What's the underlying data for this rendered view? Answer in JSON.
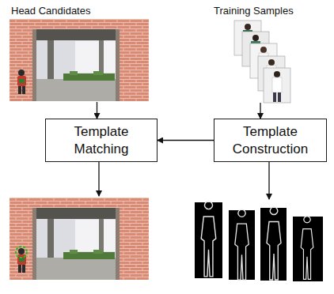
{
  "diagram": {
    "nodes": [
      {
        "text": [
          "Head Candidates"
        ]
      },
      {
        "text": [
          "Training Samples"
        ]
      },
      {
        "text": [
          "Template Matching"
        ]
      },
      {
        "text": [
          "Template Construction"
        ]
      }
    ],
    "edges": [
      {
        "from": 0,
        "to": 2,
        "arrow": "to"
      },
      {
        "from": 1,
        "to": 3,
        "arrow": "to"
      },
      {
        "from": 3,
        "to": 2,
        "arrow": "to"
      }
    ]
  }
}
